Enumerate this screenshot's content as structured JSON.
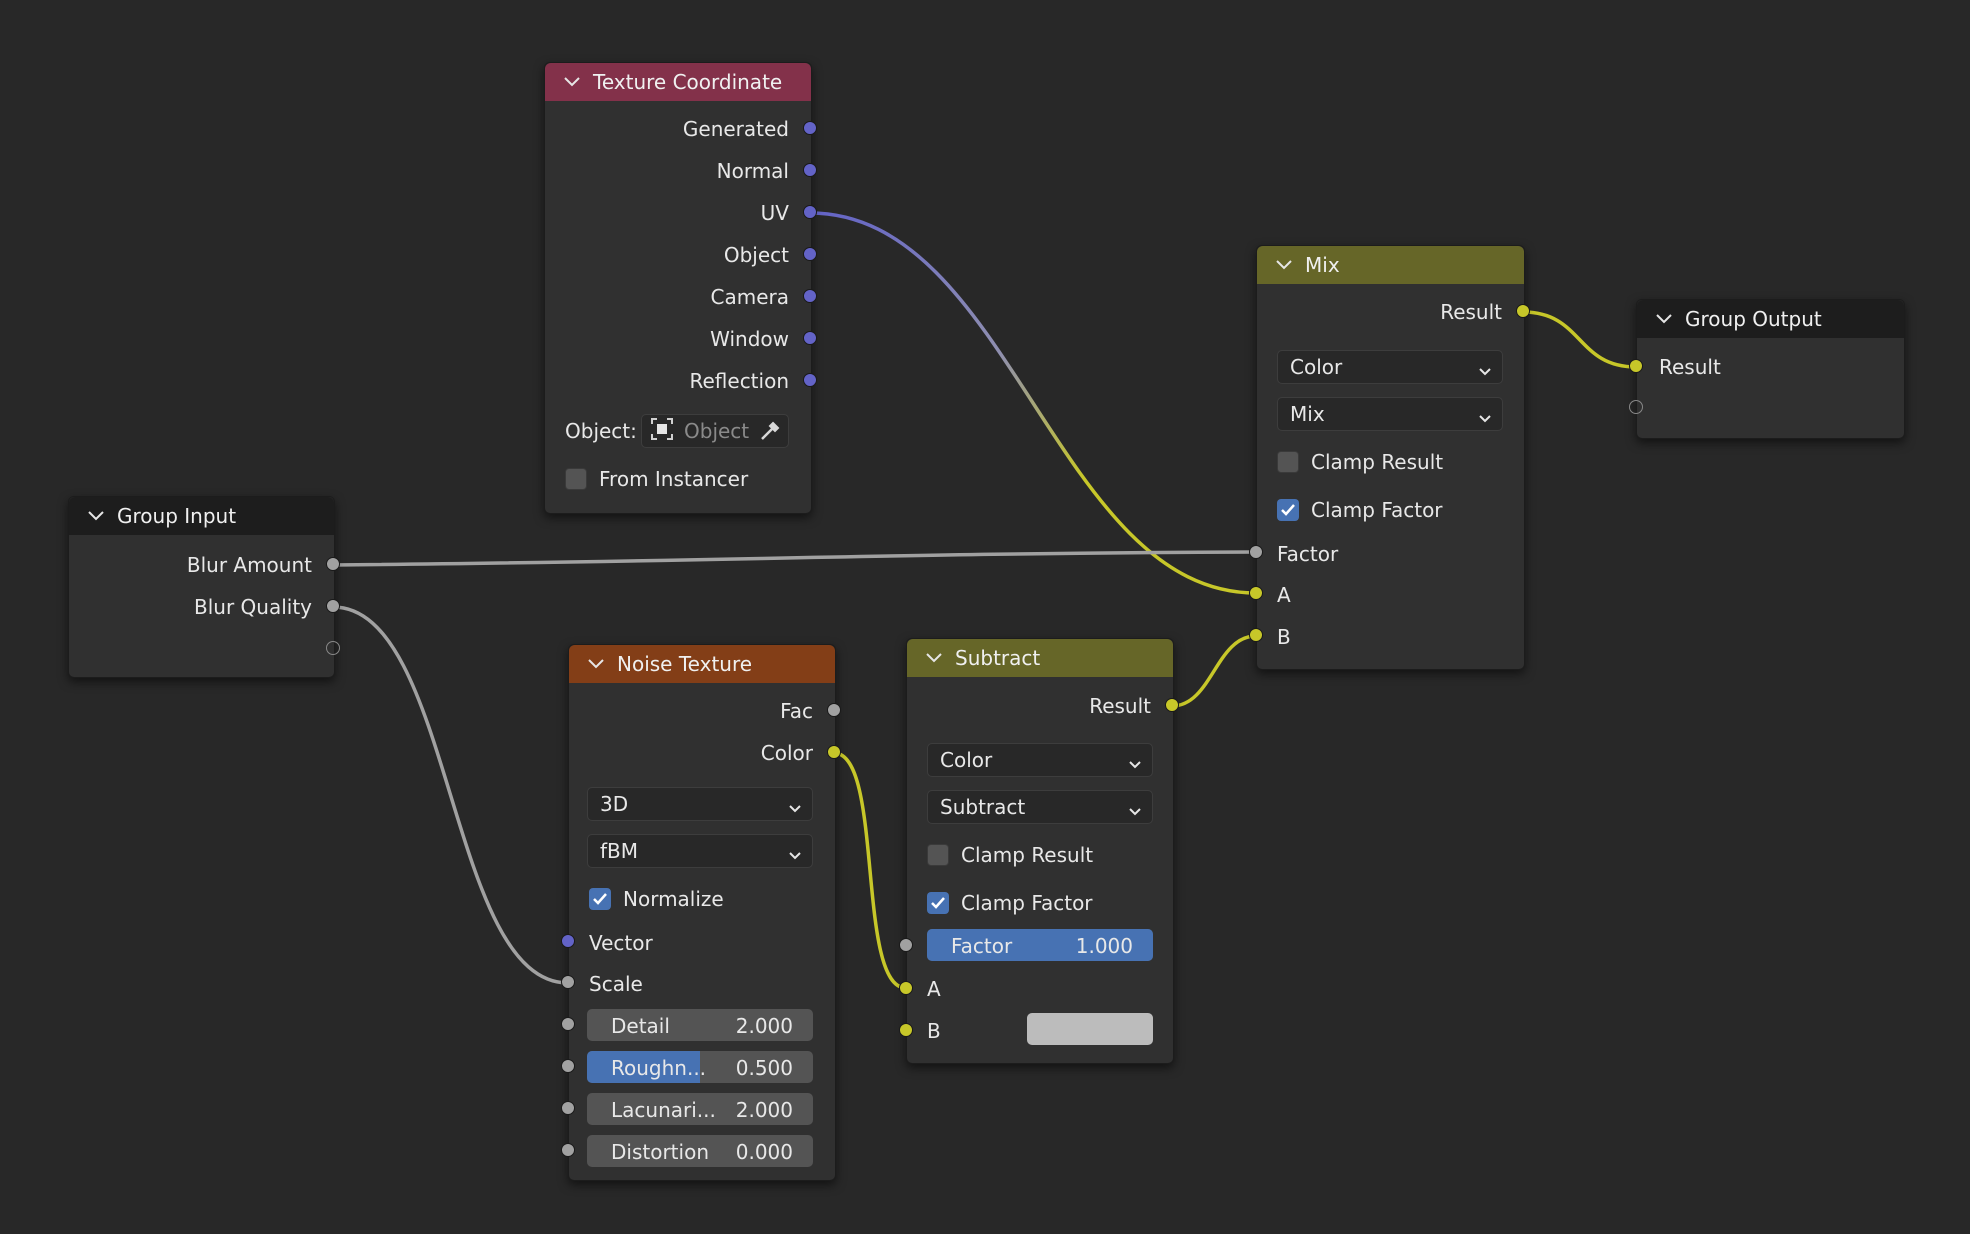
{
  "colors": {
    "background": "#282828",
    "node_body": "#303030",
    "texture_header": "#83314a",
    "noise_header": "#833e17",
    "mix_header": "#666628",
    "group_header": "#1d1d1d",
    "socket_vector": "#6363c7",
    "socket_color": "#c7c729",
    "socket_float": "#a1a1a1",
    "accent": "#4772b3"
  },
  "texture_coordinate": {
    "title": "Texture Coordinate",
    "outputs": [
      "Generated",
      "Normal",
      "UV",
      "Object",
      "Camera",
      "Window",
      "Reflection"
    ],
    "object_label": "Object:",
    "object_placeholder": "Object",
    "from_instancer": "From Instancer"
  },
  "group_input": {
    "title": "Group Input",
    "outputs": [
      "Blur Amount",
      "Blur Quality"
    ]
  },
  "noise_texture": {
    "title": "Noise Texture",
    "outputs": [
      "Fac",
      "Color"
    ],
    "dimensions": "3D",
    "type": "fBM",
    "normalize": "Normalize",
    "vector": "Vector",
    "scale": "Scale",
    "detail_label": "Detail",
    "detail_value": "2.000",
    "roughness_label": "Roughn...",
    "roughness_value": "0.500",
    "roughness_fraction": 0.5,
    "lacunarity_label": "Lacunari...",
    "lacunarity_value": "2.000",
    "distortion_label": "Distortion",
    "distortion_value": "0.000"
  },
  "subtract": {
    "title": "Subtract",
    "result": "Result",
    "data_type": "Color",
    "blend_mode": "Subtract",
    "clamp_result": "Clamp Result",
    "clamp_factor": "Clamp Factor",
    "factor_label": "Factor",
    "factor_value": "1.000",
    "factor_fraction": 1.0,
    "input_a": "A",
    "input_b": "B"
  },
  "mix": {
    "title": "Mix",
    "result": "Result",
    "data_type": "Color",
    "blend_mode": "Mix",
    "clamp_result": "Clamp Result",
    "clamp_factor": "Clamp Factor",
    "factor": "Factor",
    "input_a": "A",
    "input_b": "B"
  },
  "group_output": {
    "title": "Group Output",
    "input": "Result"
  }
}
